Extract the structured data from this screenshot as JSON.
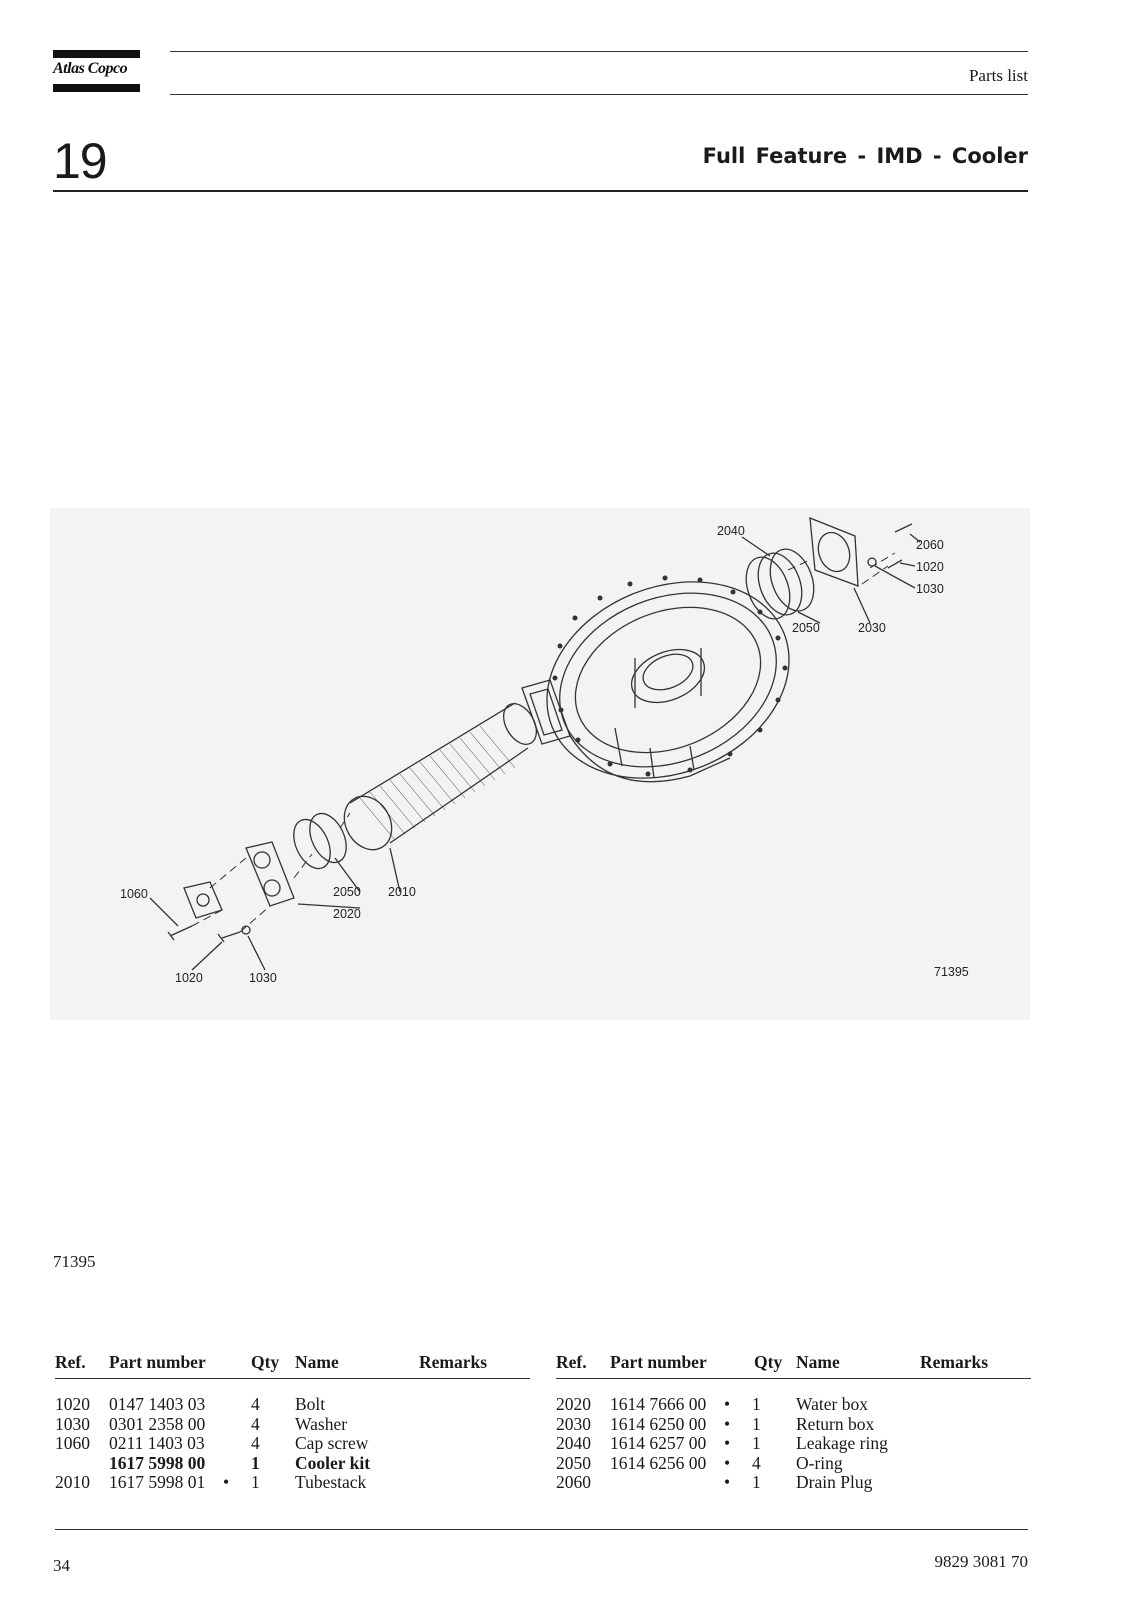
{
  "header": {
    "logo": "Atlas Copco",
    "label": "Parts list"
  },
  "section": {
    "number": "19",
    "title": "Full Feature - IMD - Cooler"
  },
  "drawing": {
    "callouts": [
      "2040",
      "2060",
      "1020",
      "1030",
      "2050",
      "2030",
      "1060",
      "2050",
      "2010",
      "2020",
      "1020",
      "1030"
    ],
    "figure_number": "71395"
  },
  "figure_ref": "71395",
  "table": {
    "headers": {
      "ref": "Ref.",
      "part_number": "Part number",
      "qty": "Qty",
      "name": "Name",
      "remarks": "Remarks"
    },
    "left_rows": [
      {
        "ref": "1020",
        "part_number": "0147 1403 03",
        "dot": "",
        "qty": "4",
        "name": "Bolt",
        "remarks": ""
      },
      {
        "ref": "1030",
        "part_number": "0301 2358 00",
        "dot": "",
        "qty": "4",
        "name": "Washer",
        "remarks": ""
      },
      {
        "ref": "1060",
        "part_number": "0211 1403 03",
        "dot": "",
        "qty": "4",
        "name": "Cap screw",
        "remarks": ""
      },
      {
        "ref": "",
        "part_number": "1617 5998 00",
        "dot": "",
        "qty": "1",
        "name": "Cooler kit",
        "remarks": "",
        "bold": true
      },
      {
        "ref": "2010",
        "part_number": "1617 5998 01",
        "dot": "•",
        "qty": "1",
        "name": "Tubestack",
        "remarks": ""
      }
    ],
    "right_rows": [
      {
        "ref": "2020",
        "part_number": "1614 7666 00",
        "dot": "•",
        "qty": "1",
        "name": "Water box",
        "remarks": ""
      },
      {
        "ref": "2030",
        "part_number": "1614 6250 00",
        "dot": "•",
        "qty": "1",
        "name": "Return box",
        "remarks": ""
      },
      {
        "ref": "2040",
        "part_number": "1614 6257 00",
        "dot": "•",
        "qty": "1",
        "name": "Leakage ring",
        "remarks": ""
      },
      {
        "ref": "2050",
        "part_number": "1614 6256 00",
        "dot": "•",
        "qty": "4",
        "name": "O-ring",
        "remarks": ""
      },
      {
        "ref": "2060",
        "part_number": "",
        "dot": "•",
        "qty": "1",
        "name": "Drain Plug",
        "remarks": ""
      }
    ]
  },
  "footer": {
    "page_number": "34",
    "document_number": "9829 3081 70"
  }
}
